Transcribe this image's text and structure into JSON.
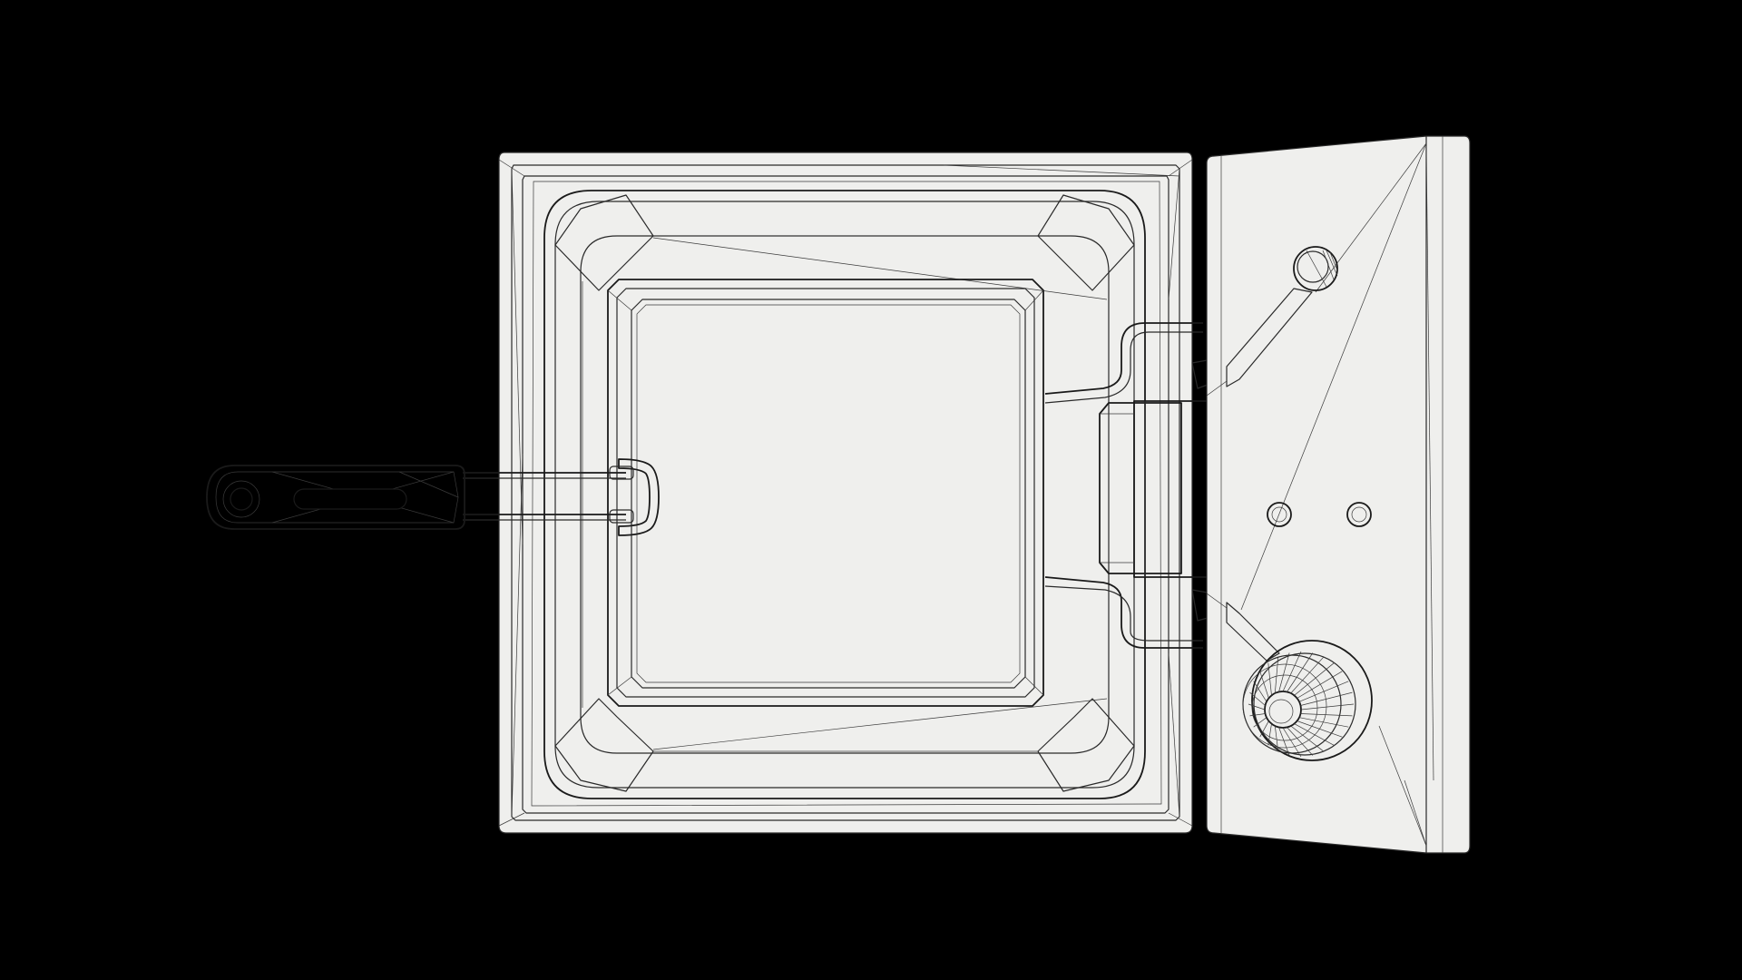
{
  "scene": {
    "render_style": "wireframe",
    "view": "top",
    "subject": "deep fryer",
    "colors": {
      "background": "#000000",
      "surface": "#efefed",
      "surface_inner": "#ececea",
      "wire": "#2a2a2a",
      "slot": "#000000"
    }
  },
  "parts": {
    "fryer_body": "fryer-body",
    "oil_tank": "oil-tank",
    "frying_basket": "frying-basket",
    "basket_handle": "basket-handle",
    "basket_hook": "basket-hook",
    "control_panel": "control-panel",
    "heating_element_hinge": "heating-element-hinge",
    "temperature_knob": "temperature-knob",
    "indicator_lights": 2,
    "reset_button": "reset-button"
  },
  "icons": {
    "handle_hole": "circle-hole-icon",
    "handle_slot": "slot-icon",
    "knob": "dial-knob-icon",
    "lights": "indicator-light-icon"
  }
}
